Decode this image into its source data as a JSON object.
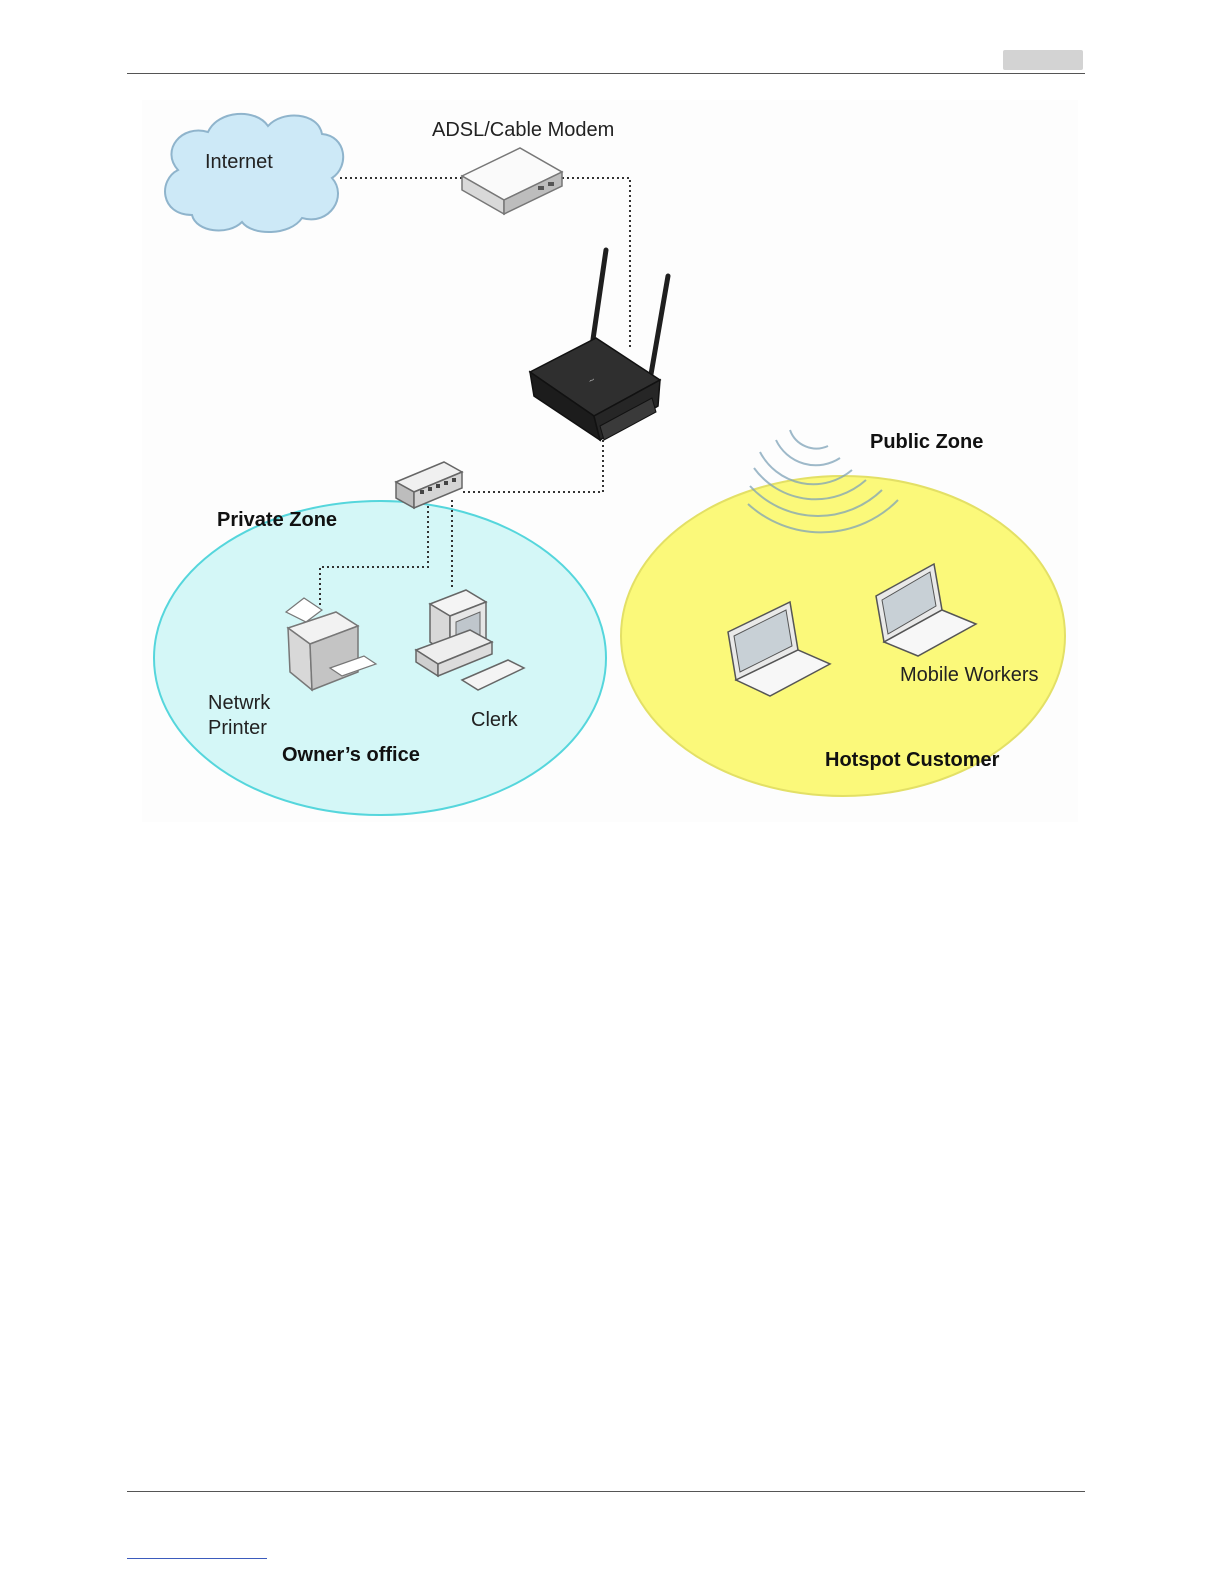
{
  "diagram": {
    "nodes": {
      "internet": "Internet",
      "modem": "ADSL/Cable Modem",
      "printer_line1": "Netwrk",
      "printer_line2": "Printer",
      "clerk": "Clerk",
      "mobile_workers": "Mobile Workers"
    },
    "zones": {
      "private": "Private Zone",
      "public": "Public Zone",
      "owners_office": "Owner’s office",
      "hotspot_customer": "Hotspot Customer"
    },
    "colors": {
      "private_zone_fill": "#d4f7f7",
      "private_zone_stroke": "#55d6dc",
      "public_zone_fill": "#fbf97a",
      "public_zone_stroke": "#e3e066",
      "cloud_fill": "#cde9f7",
      "cloud_stroke": "#8fb4cc",
      "link_color": "#333333"
    }
  }
}
